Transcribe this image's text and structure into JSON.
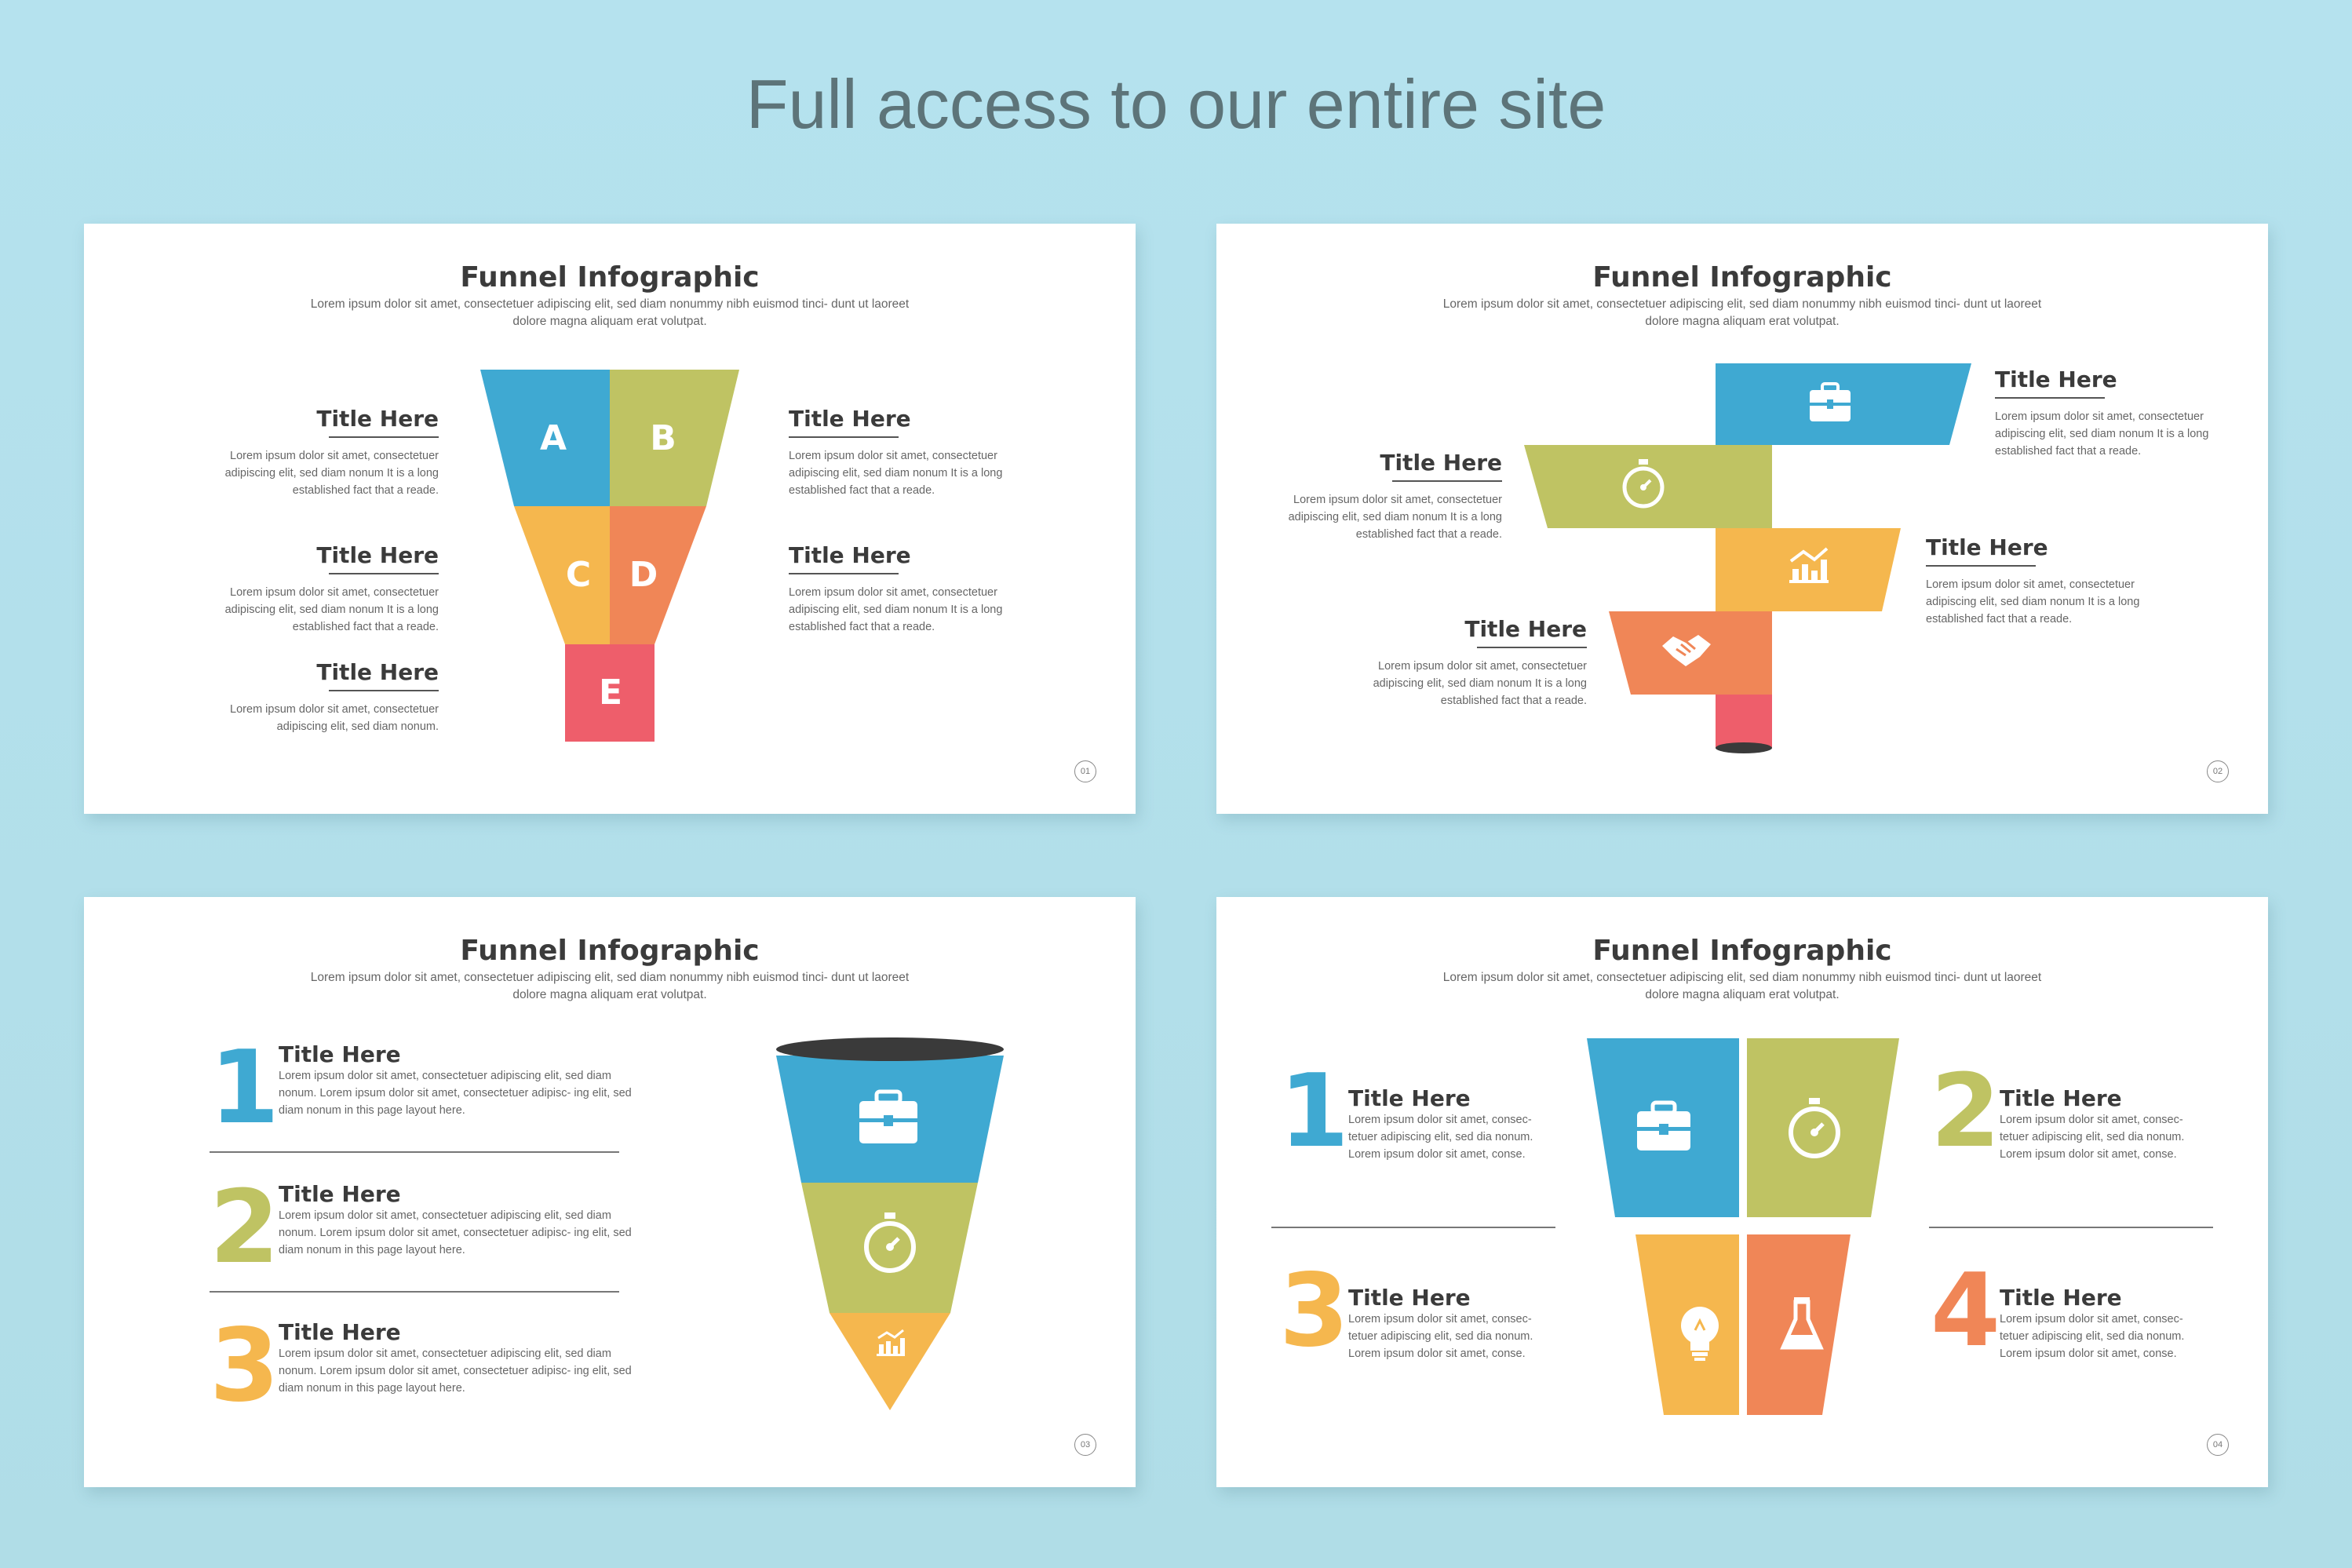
{
  "headline": "Full access to our entire site",
  "colors": {
    "blue": "#3fa9d2",
    "green": "#bfc363",
    "yellow": "#f5b74e",
    "orange": "#f08657",
    "red": "#ee5e6b",
    "dark": "#3a3a3a"
  },
  "slides": [
    {
      "title": "Funnel Infographic",
      "subtitle": "Lorem ipsum dolor sit amet, consectetuer adipiscing elit, sed diam nonummy nibh euismod tinci- dunt ut laoreet dolore magna aliquam erat volutpat.",
      "page": "01",
      "letters": [
        "A",
        "B",
        "C",
        "D",
        "E"
      ],
      "items": [
        {
          "title": "Title Here",
          "desc": "Lorem ipsum dolor sit amet, consectetuer adipiscing elit, sed diam nonum It is a long established fact that a reade."
        },
        {
          "title": "Title Here",
          "desc": "Lorem ipsum dolor sit amet, consectetuer adipiscing elit, sed diam nonum It is a long established fact that a reade."
        },
        {
          "title": "Title Here",
          "desc": "Lorem ipsum dolor sit amet, consectetuer adipiscing elit, sed diam nonum."
        },
        {
          "title": "Title Here",
          "desc": "Lorem ipsum dolor sit amet, consectetuer adipiscing elit, sed diam nonum It is a long established fact that a reade."
        },
        {
          "title": "Title Here",
          "desc": "Lorem ipsum dolor sit amet, consectetuer adipiscing elit, sed diam nonum It is a long established fact that a reade."
        }
      ]
    },
    {
      "title": "Funnel Infographic",
      "subtitle": "Lorem ipsum dolor sit amet, consectetuer adipiscing elit, sed diam nonummy nibh euismod tinci- dunt ut laoreet dolore magna aliquam erat volutpat.",
      "page": "02",
      "items": [
        {
          "title": "Title Here",
          "desc": "Lorem ipsum dolor sit amet, consectetuer adipiscing elit, sed diam nonum It is a long established fact that a reade."
        },
        {
          "title": "Title Here",
          "desc": "Lorem ipsum dolor sit amet, consectetuer adipiscing elit, sed diam nonum It is a long established fact that a reade."
        },
        {
          "title": "Title Here",
          "desc": "Lorem ipsum dolor sit amet, consectetuer adipiscing elit, sed diam nonum It is a long established fact that a reade."
        },
        {
          "title": "Title Here",
          "desc": "Lorem ipsum dolor sit amet, consectetuer adipiscing elit, sed diam nonum It is a long established fact that a reade."
        }
      ],
      "icons": [
        "briefcase-icon",
        "stopwatch-icon",
        "chart-icon",
        "handshake-icon"
      ]
    },
    {
      "title": "Funnel Infographic",
      "subtitle": "Lorem ipsum dolor sit amet, consectetuer adipiscing elit, sed diam nonummy nibh euismod tinci- dunt ut laoreet dolore magna aliquam erat volutpat.",
      "page": "03",
      "items": [
        {
          "num": "1",
          "title": "Title Here",
          "desc": "Lorem ipsum dolor sit amet, consectetuer adipiscing elit, sed diam nonum. Lorem ipsum dolor sit amet, consectetuer adipisc- ing elit, sed diam nonum in this page layout here."
        },
        {
          "num": "2",
          "title": "Title Here",
          "desc": "Lorem ipsum dolor sit amet, consectetuer adipiscing elit, sed diam nonum. Lorem ipsum dolor sit amet, consectetuer adipisc- ing elit, sed diam nonum in this page layout here."
        },
        {
          "num": "3",
          "title": "Title Here",
          "desc": "Lorem ipsum dolor sit amet, consectetuer adipiscing elit, sed diam nonum. Lorem ipsum dolor sit amet, consectetuer adipisc- ing elit, sed diam nonum in this page layout here."
        }
      ],
      "icons": [
        "briefcase-icon",
        "stopwatch-icon",
        "chart-icon"
      ]
    },
    {
      "title": "Funnel Infographic",
      "subtitle": "Lorem ipsum dolor sit amet, consectetuer adipiscing elit, sed diam nonummy nibh euismod tinci- dunt ut laoreet dolore magna aliquam erat volutpat.",
      "page": "04",
      "items": [
        {
          "num": "1",
          "title": "Title Here",
          "desc": "Lorem ipsum dolor sit amet, consec- tetuer adipiscing elit, sed dia nonum. Lorem ipsum dolor sit amet, conse."
        },
        {
          "num": "2",
          "title": "Title Here",
          "desc": "Lorem ipsum dolor sit amet, consec- tetuer adipiscing elit, sed dia nonum. Lorem ipsum dolor sit amet, conse."
        },
        {
          "num": "3",
          "title": "Title Here",
          "desc": "Lorem ipsum dolor sit amet, consec- tetuer adipiscing elit, sed dia nonum. Lorem ipsum dolor sit amet, conse."
        },
        {
          "num": "4",
          "title": "Title Here",
          "desc": "Lorem ipsum dolor sit amet, consec- tetuer adipiscing elit, sed dia nonum. Lorem ipsum dolor sit amet, conse."
        }
      ],
      "icons": [
        "briefcase-icon",
        "stopwatch-icon",
        "lightbulb-icon",
        "flask-icon"
      ]
    }
  ]
}
